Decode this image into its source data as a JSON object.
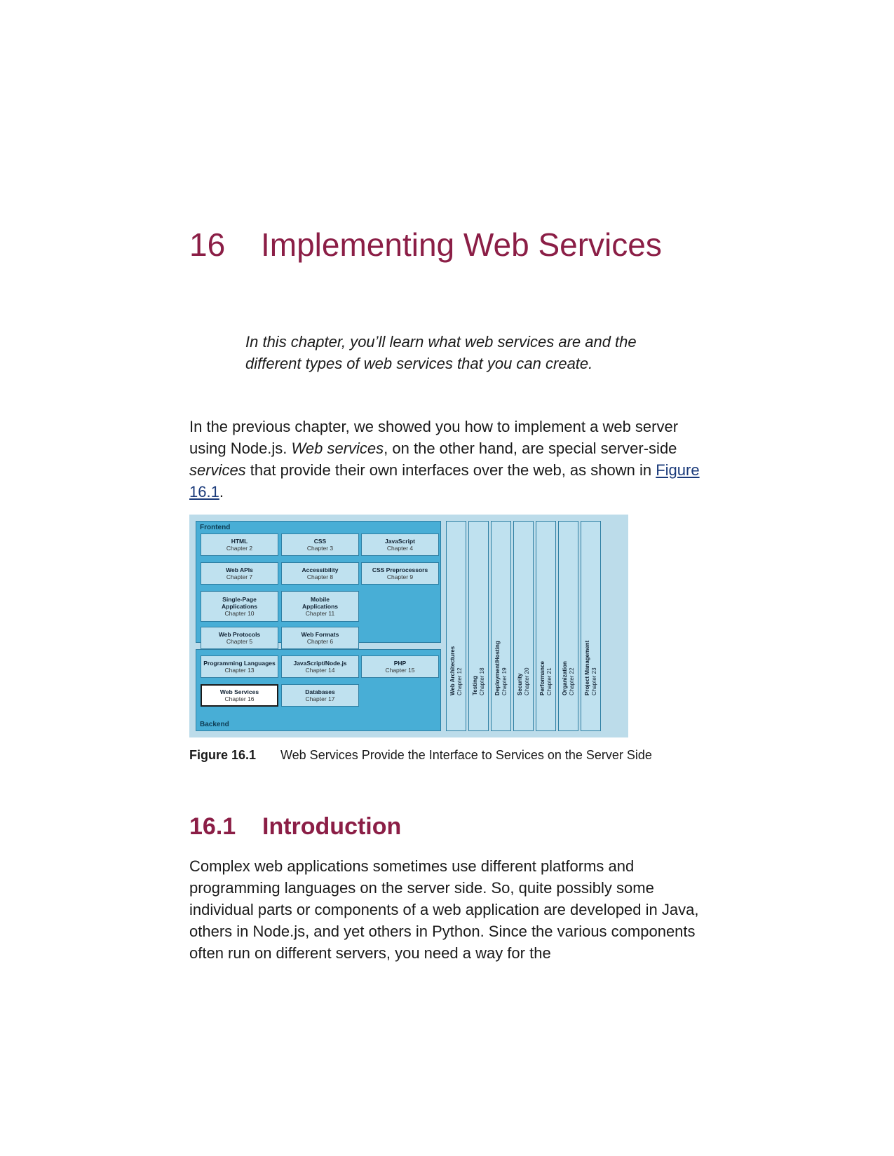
{
  "chapter": {
    "number": "16",
    "title": "Implementing Web Services"
  },
  "intro": "In this chapter, you’ll learn what web services are and the different types of web services that you can create.",
  "para1": {
    "t1": "In the previous chapter, we showed you how to implement a web server using Node.js. ",
    "em1": "Web services",
    "t2": ", on the other hand, are special server-side ",
    "em2": "services",
    "t3": " that provide their own interfaces over the web, as shown in ",
    "link": "Figure 16.1",
    "t4": "."
  },
  "figure": {
    "frontend_label": "Frontend",
    "backend_label": "Backend",
    "boxes": [
      {
        "title": "HTML",
        "chapter": "Chapter 2"
      },
      {
        "title": "CSS",
        "chapter": "Chapter 3"
      },
      {
        "title": "JavaScript",
        "chapter": "Chapter 4"
      },
      {
        "title": "Web APIs",
        "chapter": "Chapter 7"
      },
      {
        "title": "Accessibility",
        "chapter": "Chapter 8"
      },
      {
        "title": "CSS Preprocessors",
        "chapter": "Chapter 9"
      },
      {
        "title": "Single-Page Applications",
        "chapter": "Chapter 10"
      },
      {
        "title": "Mobile Applications",
        "chapter": "Chapter 11"
      },
      {
        "title": "Web Protocols",
        "chapter": "Chapter 5"
      },
      {
        "title": "Web Formats",
        "chapter": "Chapter 6"
      },
      {
        "title": "Programming Languages",
        "chapter": "Chapter 13"
      },
      {
        "title": "JavaScript/Node.js",
        "chapter": "Chapter 14"
      },
      {
        "title": "PHP",
        "chapter": "Chapter 15"
      },
      {
        "title": "Web Services",
        "chapter": "Chapter 16"
      },
      {
        "title": "Databases",
        "chapter": "Chapter 17"
      }
    ],
    "bars": [
      {
        "title": "Web Architectures",
        "chapter": "Chapter 12"
      },
      {
        "title": "Testing",
        "chapter": "Chapter 18"
      },
      {
        "title": "Deployment/Hosting",
        "chapter": "Chapter 19"
      },
      {
        "title": "Security",
        "chapter": "Chapter 20"
      },
      {
        "title": "Performance",
        "chapter": "Chapter 21"
      },
      {
        "title": "Organization",
        "chapter": "Chapter 22"
      },
      {
        "title": "Project Management",
        "chapter": "Chapter 23"
      }
    ],
    "caption_label": "Figure 16.1",
    "caption_text": "Web Services Provide the Interface to Services on the Server Side"
  },
  "section": {
    "number": "16.1",
    "title": "Introduction"
  },
  "para2": "Complex web applications sometimes use different platforms and programming languages on the server side. So, quite possibly some individual parts or components of a web application are developed in Java, others in Node.js, and yet others in Python. Since the various components often run on different servers, you need a way for the"
}
